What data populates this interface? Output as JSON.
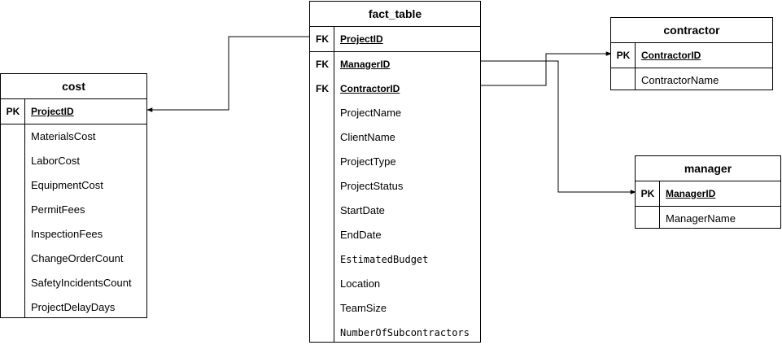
{
  "entities": {
    "fact_table": {
      "title": "fact_table",
      "key_rows": [
        {
          "key": "FK",
          "name": "ProjectID"
        }
      ],
      "rows": [
        {
          "key": "FK",
          "name": "ManagerID"
        },
        {
          "key": "FK",
          "name": "ContractorID"
        },
        {
          "key": "",
          "name": "ProjectName"
        },
        {
          "key": "",
          "name": "ClientName"
        },
        {
          "key": "",
          "name": "ProjectType"
        },
        {
          "key": "",
          "name": "ProjectStatus"
        },
        {
          "key": "",
          "name": "StartDate"
        },
        {
          "key": "",
          "name": "EndDate"
        },
        {
          "key": "",
          "name": "EstimatedBudget"
        },
        {
          "key": "",
          "name": "Location"
        },
        {
          "key": "",
          "name": "TeamSize"
        },
        {
          "key": "",
          "name": "NumberOfSubcontractors"
        }
      ]
    },
    "cost": {
      "title": "cost",
      "key_rows": [
        {
          "key": "PK",
          "name": "ProjectID"
        }
      ],
      "rows": [
        {
          "key": "",
          "name": "MaterialsCost"
        },
        {
          "key": "",
          "name": "LaborCost"
        },
        {
          "key": "",
          "name": "EquipmentCost"
        },
        {
          "key": "",
          "name": "PermitFees"
        },
        {
          "key": "",
          "name": "InspectionFees"
        },
        {
          "key": "",
          "name": "ChangeOrderCount"
        },
        {
          "key": "",
          "name": "SafetyIncidentsCount"
        },
        {
          "key": "",
          "name": "ProjectDelayDays"
        }
      ]
    },
    "contractor": {
      "title": "contractor",
      "key_rows": [
        {
          "key": "PK",
          "name": "ContractorID"
        }
      ],
      "rows": [
        {
          "key": "",
          "name": "ContractorName"
        }
      ]
    },
    "manager": {
      "title": "manager",
      "key_rows": [
        {
          "key": "PK",
          "name": "ManagerID"
        }
      ],
      "rows": [
        {
          "key": "",
          "name": "ManagerName"
        }
      ]
    }
  },
  "relationships": [
    {
      "from": "fact_table.ProjectID",
      "to": "cost.ProjectID"
    },
    {
      "from": "fact_table.ManagerID",
      "to": "manager.ManagerID"
    },
    {
      "from": "fact_table.ContractorID",
      "to": "contractor.ContractorID"
    }
  ]
}
